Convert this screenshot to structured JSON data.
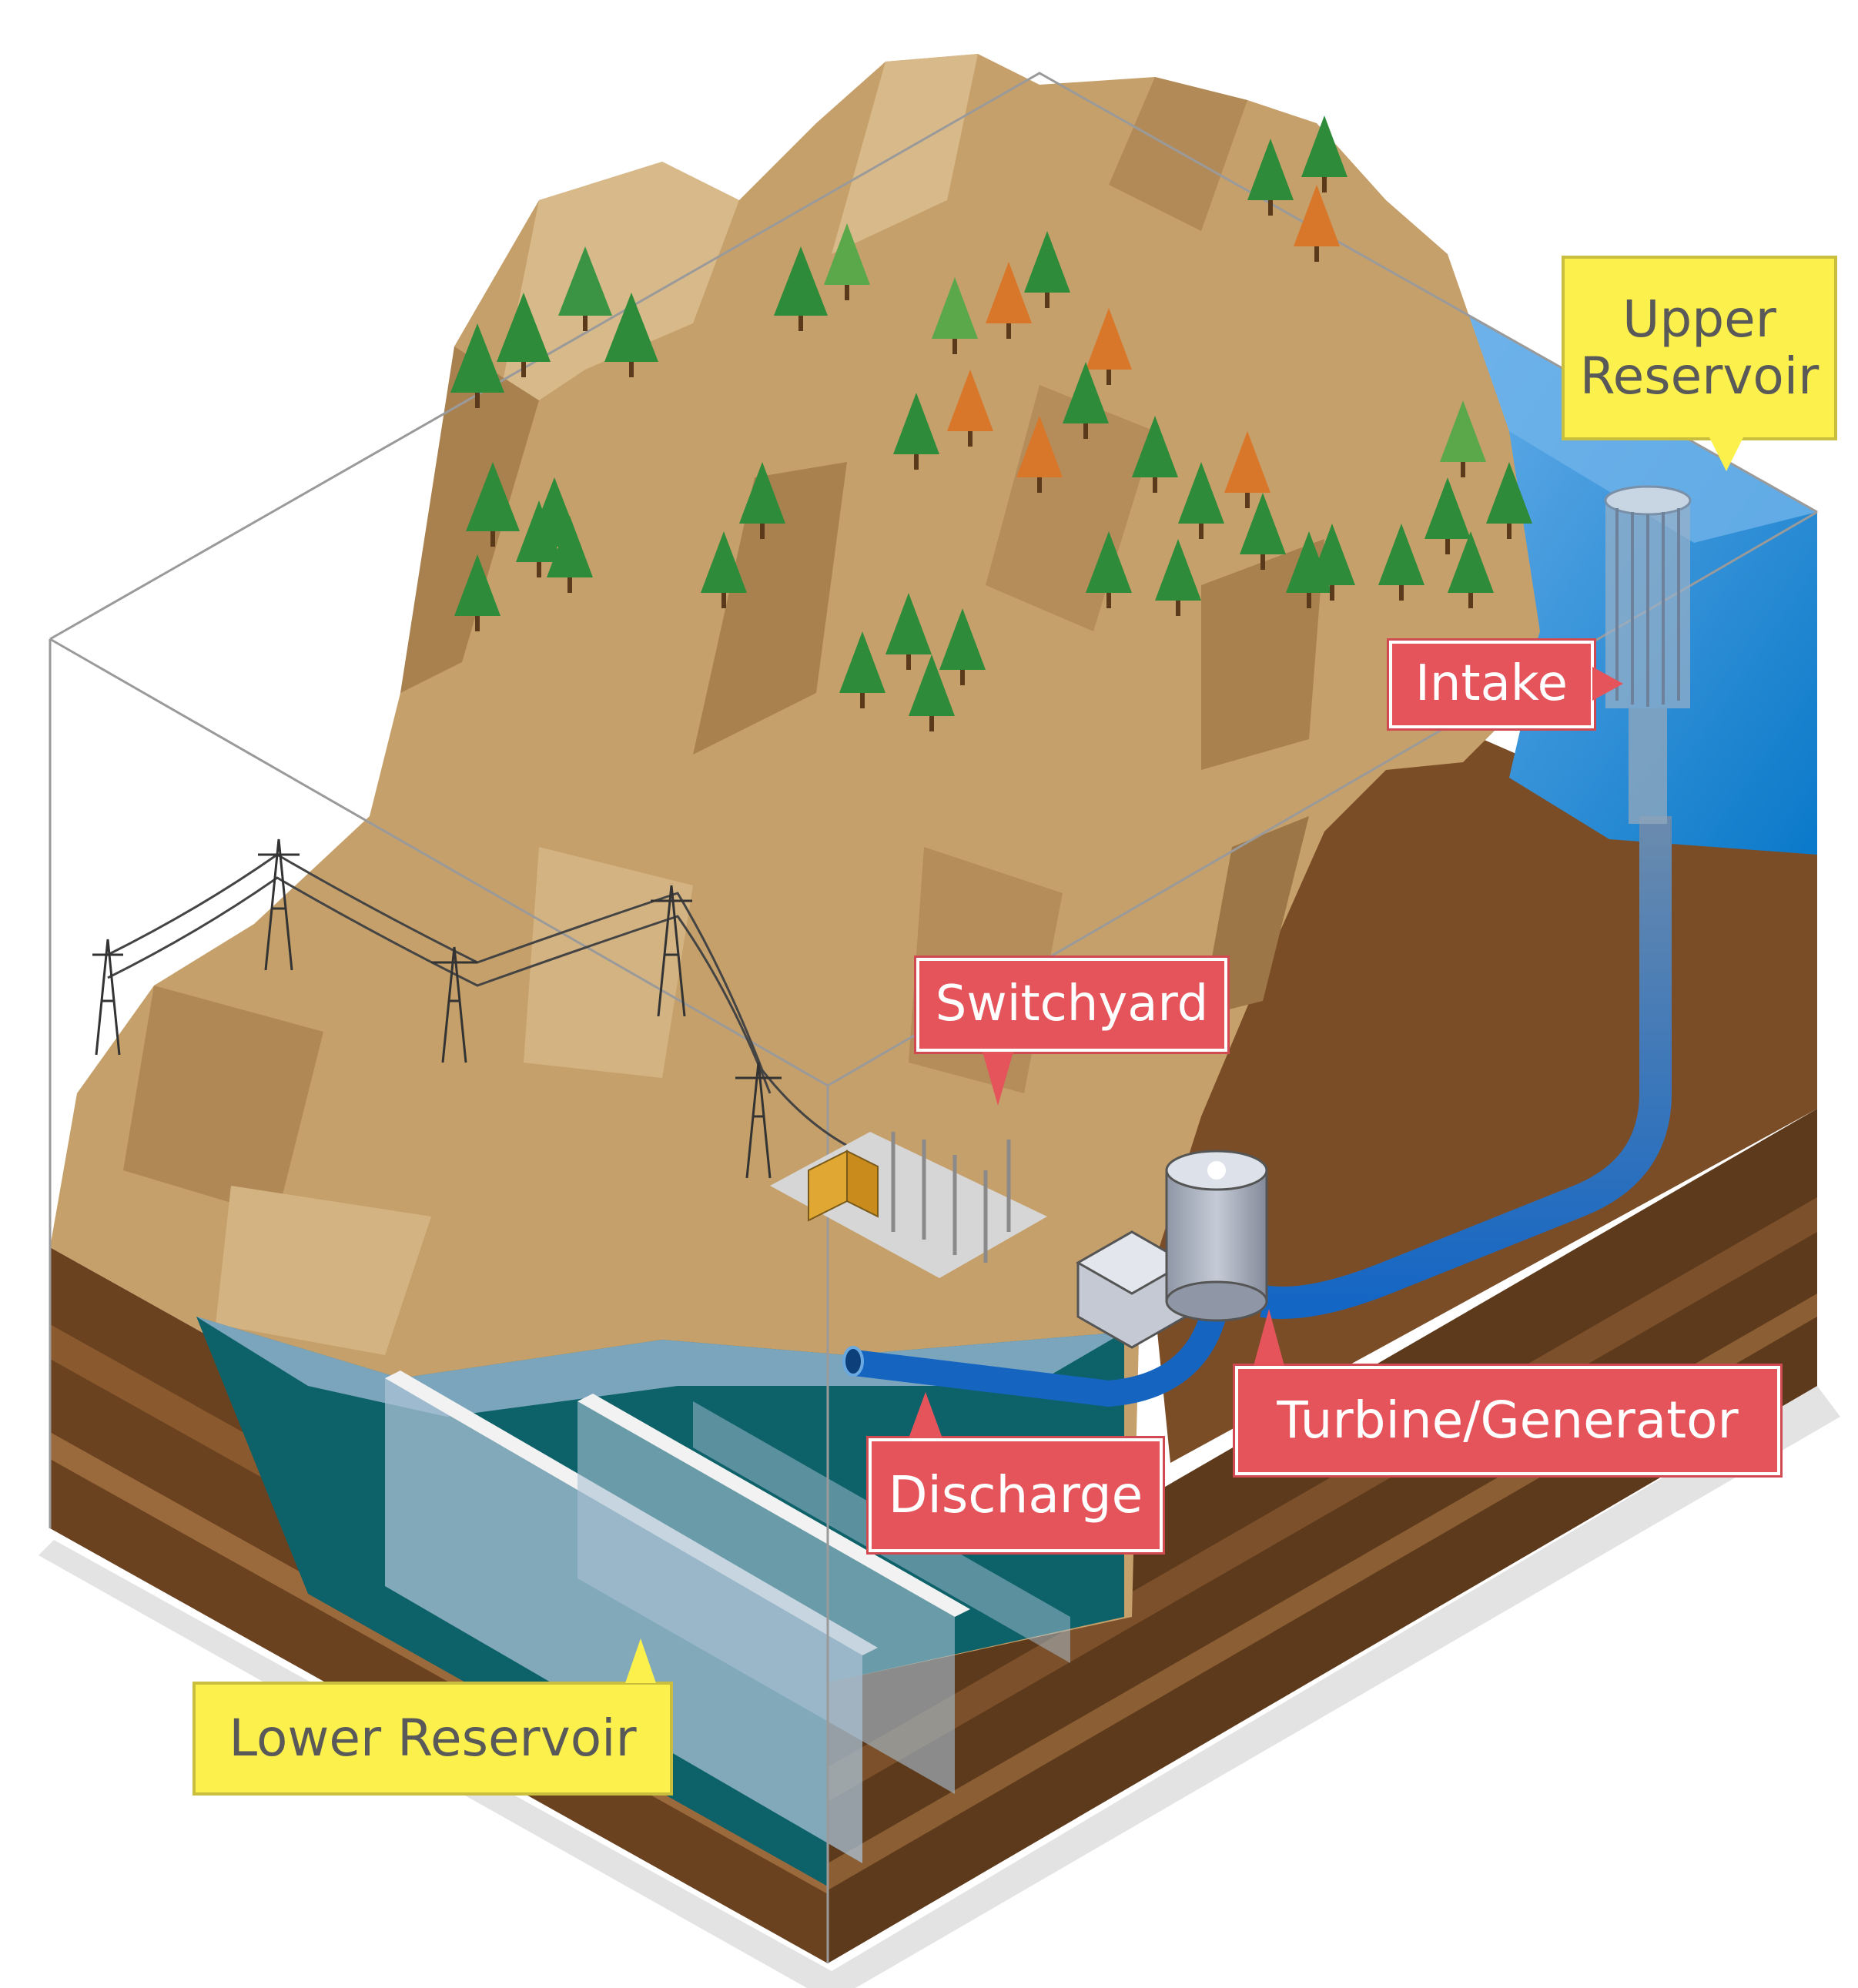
{
  "labels": {
    "upper_reservoir": "Upper\nReservoir",
    "intake": "Intake",
    "switchyard": "Switchyard",
    "turbine_generator": "Turbine/Generator",
    "discharge": "Discharge",
    "lower_reservoir": "Lower Reservoir"
  },
  "colors": {
    "yellow_callout": "#fbf04c",
    "red_callout": "#e5545b",
    "rock": "#c9a36b",
    "soil": "#7a4d27",
    "water_upper": "#3f95db",
    "water_lower": "#0d6169",
    "pipe": "#1565c0",
    "tree": "#2e8b3a"
  },
  "icons": [
    "transmission-tower-icon",
    "tree-icon",
    "turbine-icon",
    "switchyard-icon"
  ]
}
